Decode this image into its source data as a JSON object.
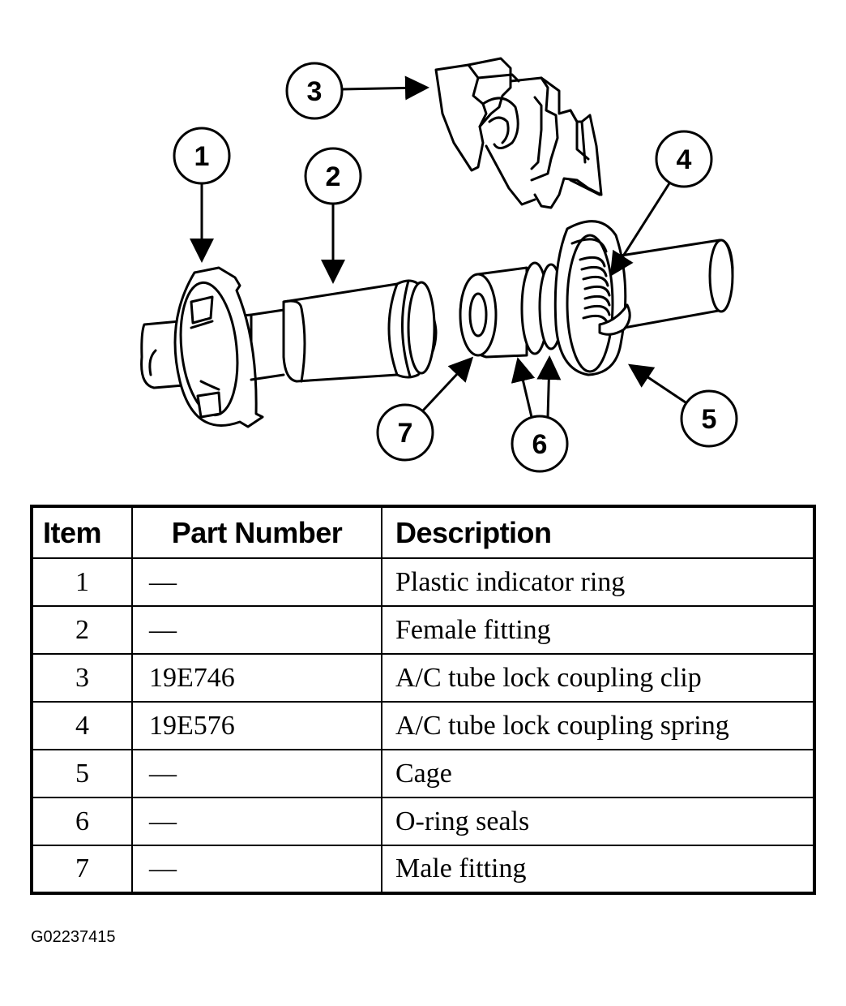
{
  "diagram": {
    "callouts": [
      "1",
      "2",
      "3",
      "4",
      "5",
      "6",
      "7"
    ]
  },
  "table": {
    "headers": {
      "item": "Item",
      "part_number": "Part Number",
      "description": "Description"
    },
    "rows": [
      {
        "item": "1",
        "part_number": "—",
        "description": "Plastic indicator ring"
      },
      {
        "item": "2",
        "part_number": "—",
        "description": "Female fitting"
      },
      {
        "item": "3",
        "part_number": "19E746",
        "description": "A/C tube lock coupling clip"
      },
      {
        "item": "4",
        "part_number": "19E576",
        "description": "A/C tube lock coupling spring"
      },
      {
        "item": "5",
        "part_number": "—",
        "description": "Cage"
      },
      {
        "item": "6",
        "part_number": "—",
        "description": "O-ring seals"
      },
      {
        "item": "7",
        "part_number": "—",
        "description": "Male fitting"
      }
    ]
  },
  "figure_id": "G02237415",
  "colors": {
    "ink": "#000000",
    "paper": "#ffffff"
  }
}
